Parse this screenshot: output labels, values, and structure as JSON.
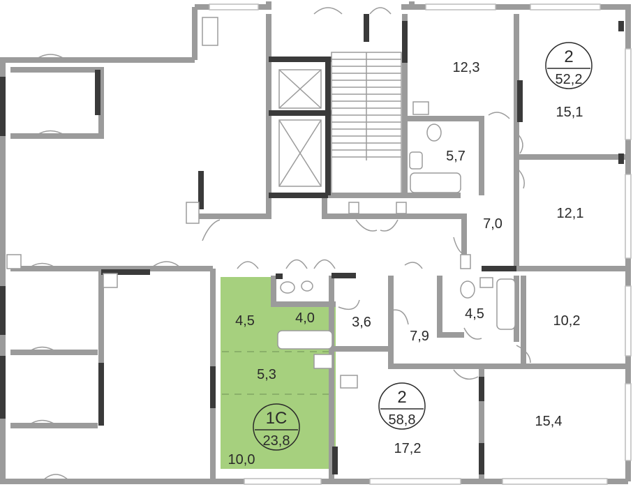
{
  "apartments": [
    {
      "id": "1C",
      "rooms_label": "1С",
      "area": "23,8",
      "highlight": true,
      "highlight_color": "#a6d07e"
    },
    {
      "id": "2a",
      "rooms_label": "2",
      "area": "52,2",
      "highlight": false
    },
    {
      "id": "2b",
      "rooms_label": "2",
      "area": "58,8",
      "highlight": false
    }
  ],
  "rooms": {
    "r12_3": "12,3",
    "r15_1": "15,1",
    "r5_7": "5,7",
    "r7_0": "7,0",
    "r12_1": "12,1",
    "r4_5a": "4,5",
    "r4_0": "4,0",
    "r3_6": "3,6",
    "r7_9": "7,9",
    "r4_5b": "4,5",
    "r10_2": "10,2",
    "r5_3": "5,3",
    "r17_2": "17,2",
    "r15_4": "15,4",
    "r10_0": "10,0"
  },
  "colors": {
    "wall": "#9b9b9b",
    "wall_dark": "#3a3a3a",
    "highlight": "#a6d07e",
    "window": "#bcbcbc"
  }
}
